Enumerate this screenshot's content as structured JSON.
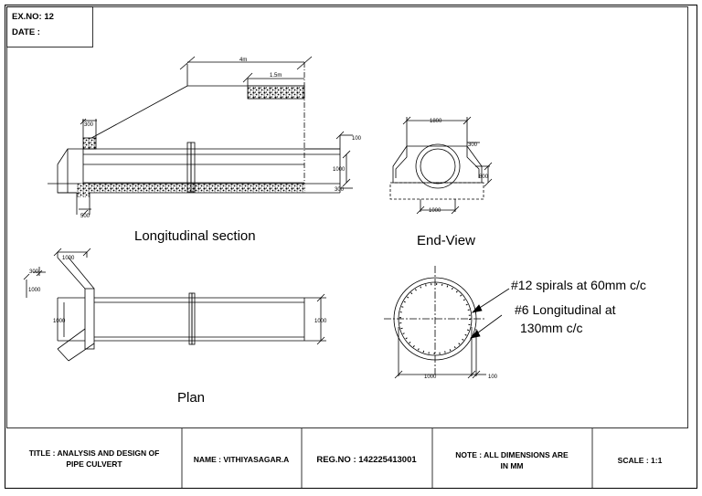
{
  "header": {
    "ex_no": "EX.NO: 12",
    "date": "DATE :"
  },
  "views": {
    "longitudinal_title": "Longitudinal section",
    "end_view_title": "End-View",
    "plan_title": "Plan"
  },
  "dimensions": {
    "long_4m": "4m",
    "long_1_5m": "1.5m",
    "long_300": "300",
    "long_500": "500",
    "long_100": "100",
    "long_1000": "1000",
    "long_300b": "300",
    "end_1800": "1800",
    "end_300": "300",
    "end_800": "800",
    "end_1000": "1000",
    "plan_1000_top": "1000",
    "plan_300": "300",
    "plan_1000_left": "1000",
    "plan_1000_mid": "1000",
    "plan_1000_right": "1000",
    "sec_1000": "1000",
    "sec_100": "100"
  },
  "notes": {
    "spirals": "#12 spirals at 60mm c/c",
    "longitudinal_1": "#6 Longitudinal at",
    "longitudinal_2": "130mm c/c"
  },
  "title_block": {
    "title_1": "TITLE : ANALYSIS AND DESIGN OF",
    "title_2": "PIPE CULVERT",
    "name": "NAME : VITHIYASAGAR.A",
    "reg_no": "REG.NO : 142225413001",
    "note_1": "NOTE : ALL DIMENSIONS ARE",
    "note_2": "IN MM",
    "scale": "SCALE : 1:1"
  }
}
